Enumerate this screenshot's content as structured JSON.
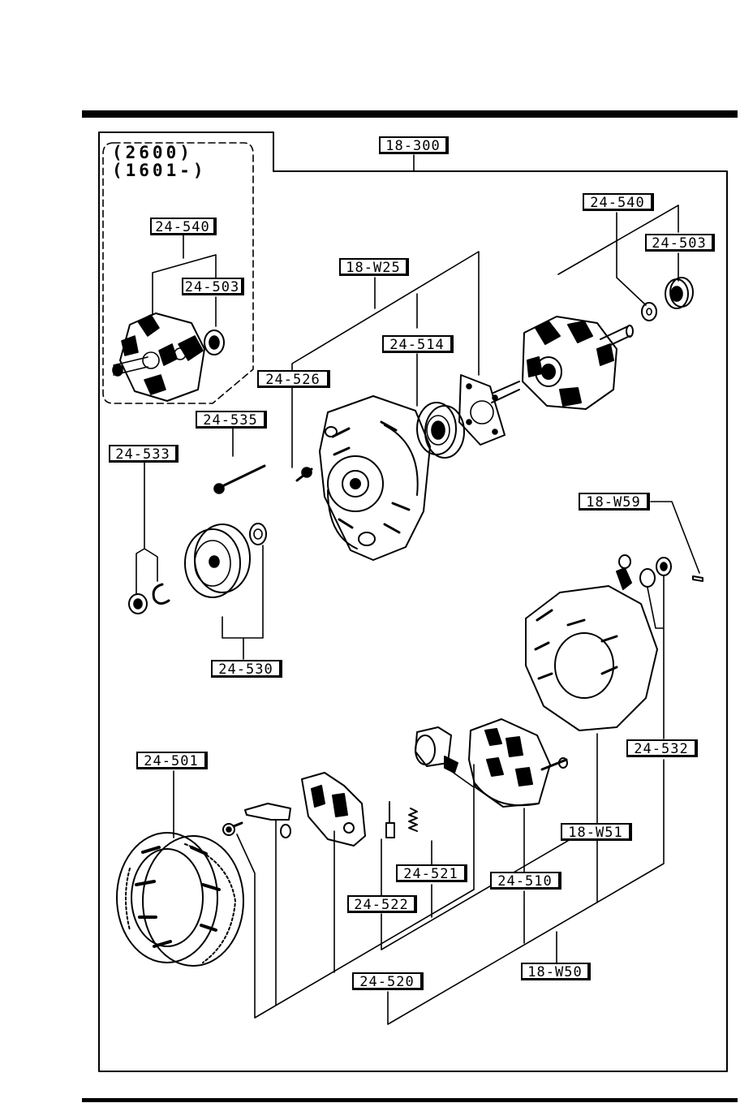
{
  "variant_note": {
    "line1": "(2600)",
    "line2": "(1601-)"
  },
  "part_labels": {
    "p18_300": "18-300",
    "p24_540_inset": "24-540",
    "p24_503_inset": "24-503",
    "p24_540": "24-540",
    "p24_503": "24-503",
    "p18_w25": "18-W25",
    "p24_514": "24-514",
    "p24_526": "24-526",
    "p24_535": "24-535",
    "p24_533": "24-533",
    "p18_w59": "18-W59",
    "p24_530": "24-530",
    "p24_532": "24-532",
    "p24_501": "24-501",
    "p18_w51": "18-W51",
    "p24_521": "24-521",
    "p24_510": "24-510",
    "p24_522": "24-522",
    "p18_w50": "18-W50",
    "p24_520": "24-520"
  }
}
